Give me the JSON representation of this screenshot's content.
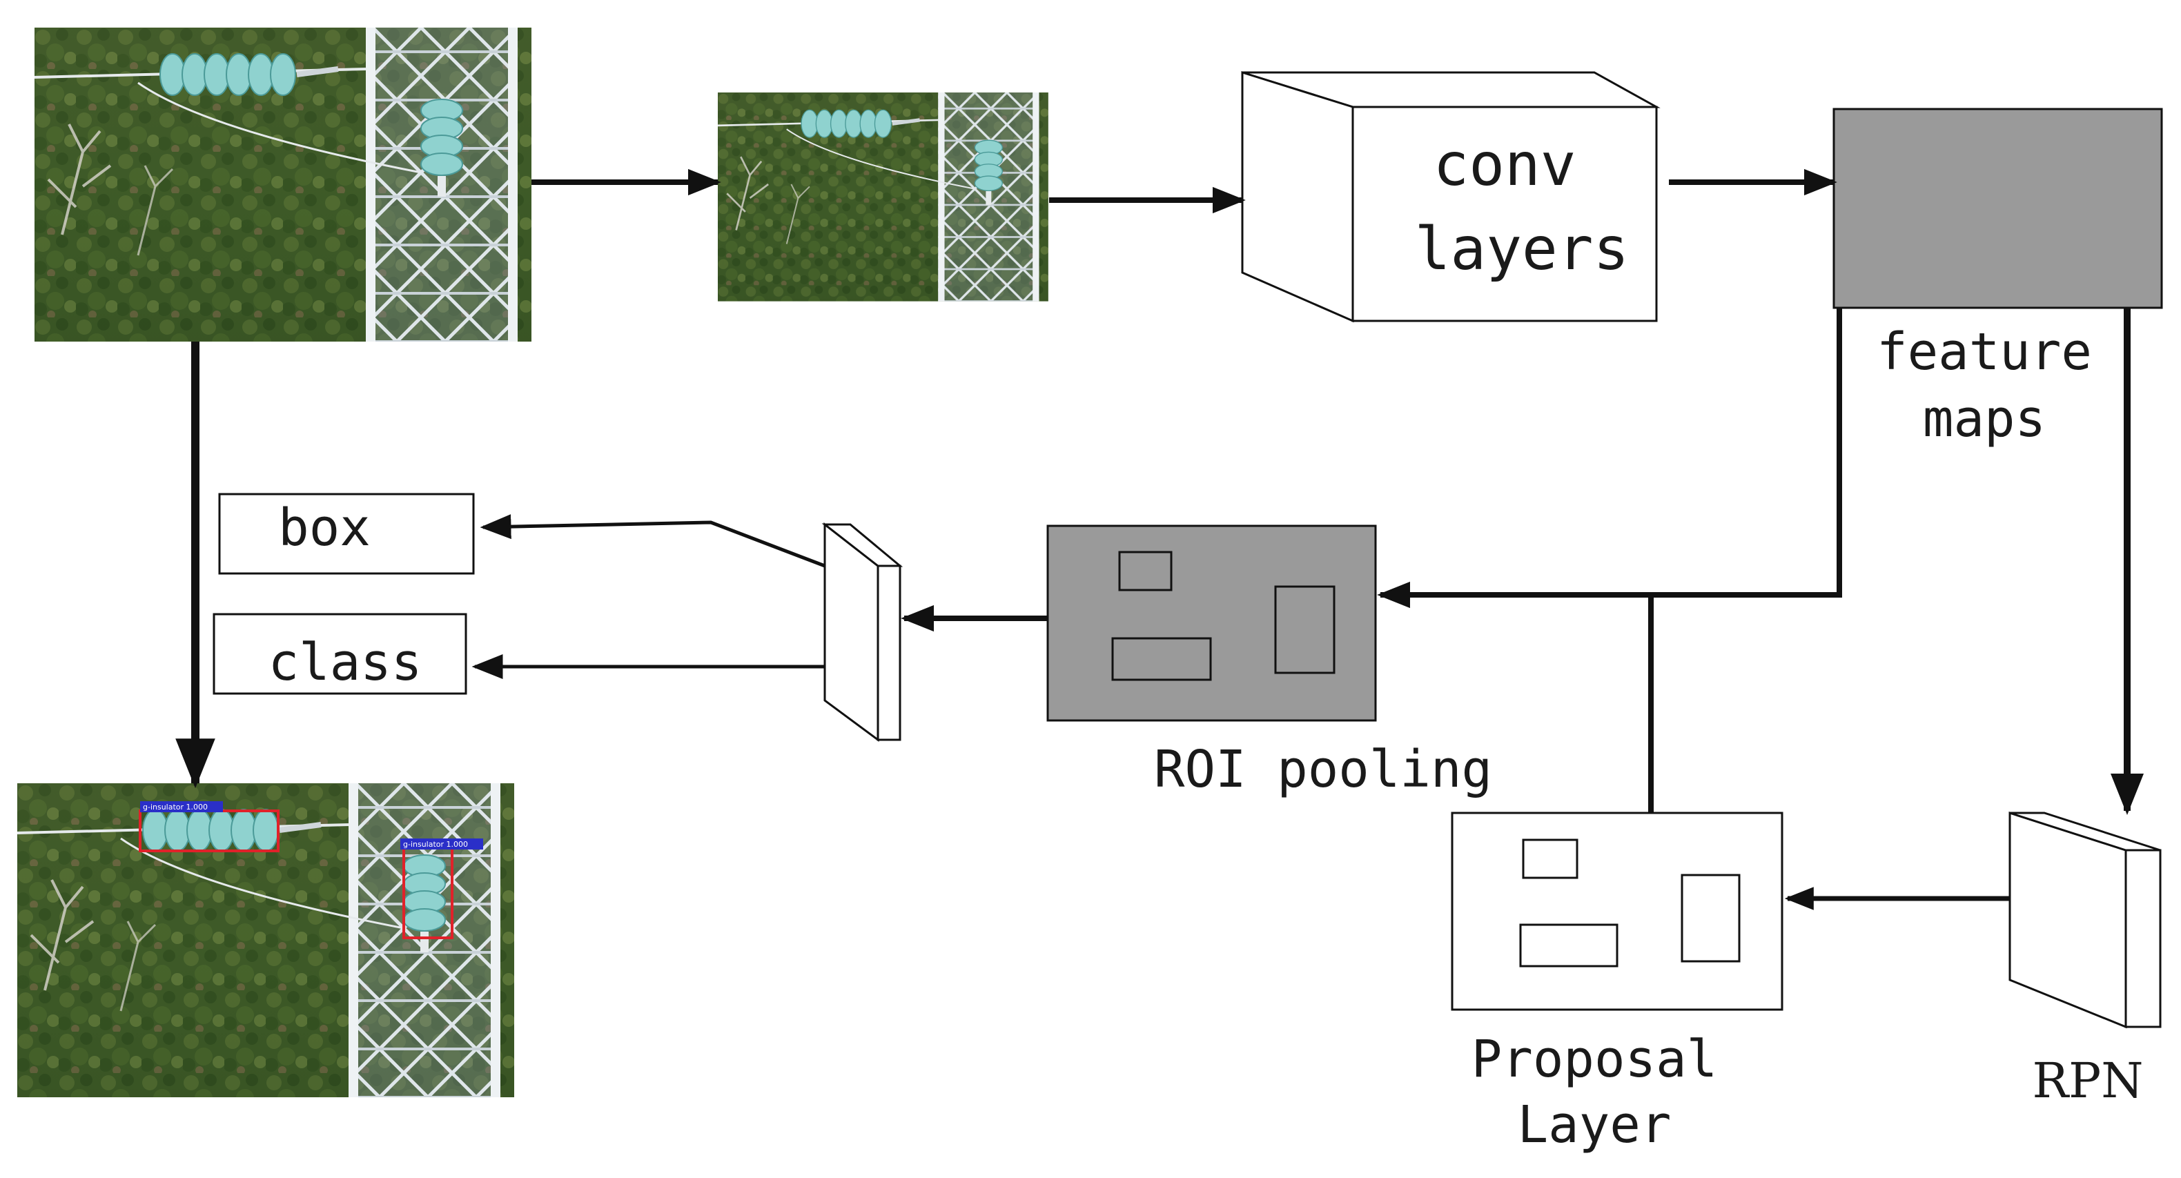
{
  "labels": {
    "conv_line1": "conv",
    "conv_line2": "layers",
    "feature_line1": "feature",
    "feature_line2": "maps",
    "box": "box",
    "class": "class",
    "roi_pooling": "ROI pooling",
    "proposal_line1": "Proposal",
    "proposal_line2": "Layer",
    "rpn": "RPN"
  },
  "detections": {
    "label_1": "g-insulator 1.000",
    "label_2": "g-insulator 1.000"
  },
  "colors": {
    "feature_map_fill": "#9a9a9a",
    "roi_fill": "#9a9a9a",
    "line": "#111111",
    "detection_box": "#e0222a",
    "detection_label_bg": "#2a2fc8"
  }
}
